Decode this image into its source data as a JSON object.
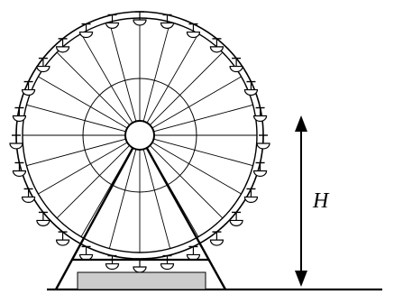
{
  "figure": {
    "height_label": "H",
    "colors": {
      "stroke": "#000000",
      "base_fill": "#cccccc",
      "background": "#ffffff"
    },
    "wheel": {
      "spoke_count": 24,
      "cabin_count": 28
    }
  }
}
